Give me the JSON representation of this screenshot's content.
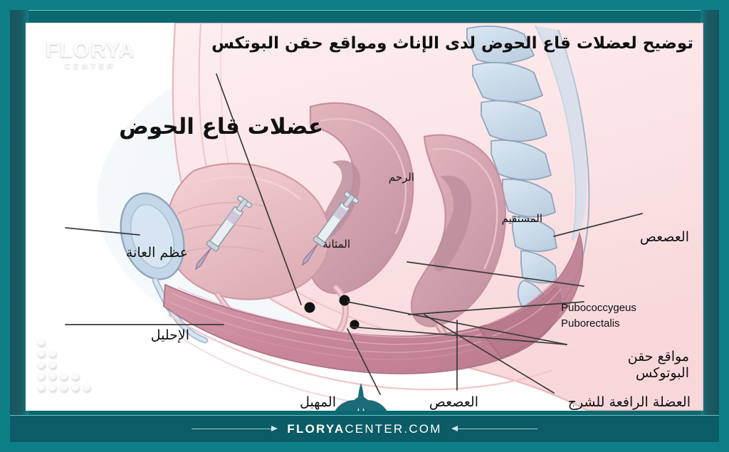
{
  "frame": {
    "outer_color": "#0d7f87",
    "inner_color": "#0a6870",
    "bevel_line": "#6fc2c8",
    "footer_color": "#0b5c66",
    "card_color": "#ffffff"
  },
  "header": {
    "title": "توضيح لعضلات قاع الحوض لدى الإناث ومواقع حقن البوتكس"
  },
  "watermark": {
    "main": "FLORYA",
    "sub": "CENTER"
  },
  "footer": {
    "brand_bold": "FLORYA",
    "brand_light": "CENTER.COM"
  },
  "diagram": {
    "heading": "عضلات قاع الحوض",
    "labels": {
      "pubic_bone": "عظم العانة",
      "urethra": "الإحليل",
      "uterus": "الرحم",
      "bladder": "المثانة",
      "rectum": "المستقيم",
      "coccyx_right": "العصعص",
      "coccyx_bottom": "العصعص",
      "vagina": "المهبل",
      "pubococcygeus": "Pubococcygeus",
      "puborectalis": "Puborectalis",
      "botox_sites_line1": "مواقع حقن",
      "botox_sites_line2": "البوتوكس",
      "levator_ani": "العضلة الرافعة للشرج"
    },
    "colors": {
      "skin_outline": "#e7a7ad",
      "skin_fill": "#fbe2e3",
      "tissue_pink": "#f6cdd0",
      "organ_mauve": "#c99aa8",
      "muscle": "#cf8e9d",
      "bone_blue": "#cbdcec",
      "bone_outline": "#8fa6bd",
      "leader_line": "#3a3a3a"
    },
    "injection_sites_count": 3,
    "syringes_count": 2
  }
}
